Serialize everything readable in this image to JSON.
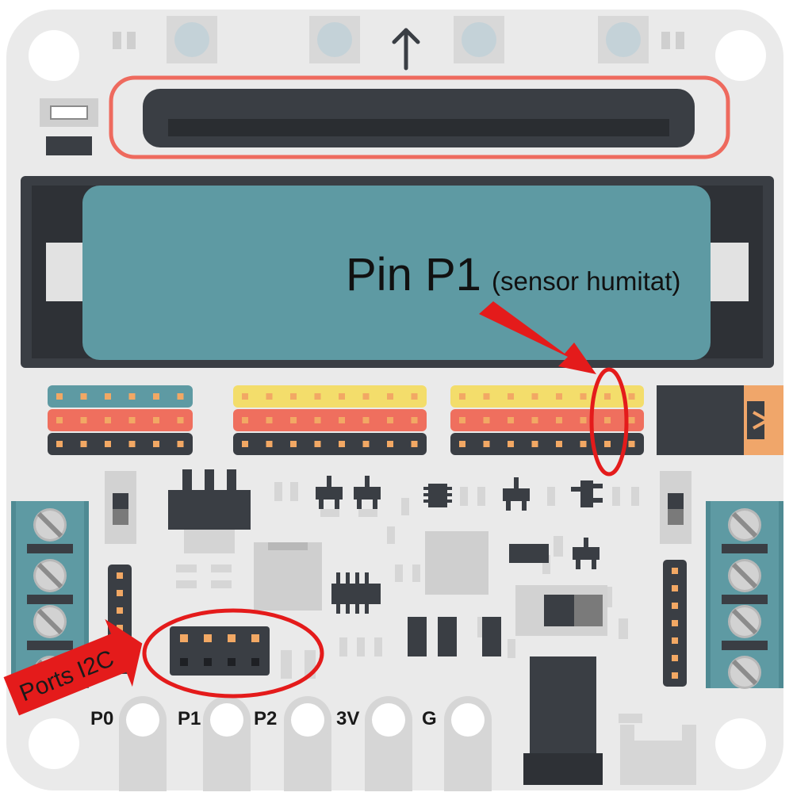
{
  "annotations": {
    "pin_title": "Pin P1",
    "pin_subtitle": "(sensor humitat)",
    "i2c_label": "Ports I2C"
  },
  "pad_labels": [
    "P0",
    "P1",
    "P2",
    "3V",
    "G"
  ],
  "colors": {
    "board": "#eaeaea",
    "dark": "#3a3e44",
    "teal": "#5e9aa3",
    "yellow": "#f3dd6b",
    "red_row": "#ef6f5e",
    "highlight_red": "#e41b1b",
    "connector_outline": "#ee6a5e"
  },
  "icons": [
    "up-arrow-icon",
    "screw-terminal-icon",
    "callout-arrow-icon"
  ]
}
